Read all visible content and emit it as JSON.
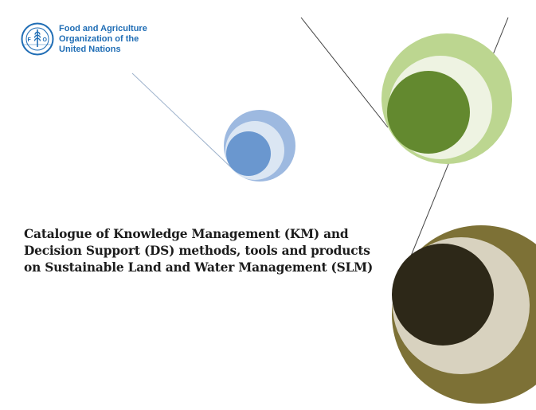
{
  "organization": {
    "emblem_letters": "FAO",
    "name_lines": [
      "Food and Agriculture",
      "Organization of the",
      "United Nations"
    ],
    "brand_color": "#1f6db5"
  },
  "document": {
    "title": "Catalogue of Knowledge Management (KM) and Decision Support (DS) methods, tools and products on Sustainable Land and Water Management (SLM)"
  },
  "colors": {
    "blue_outer": "#9db9e0",
    "blue_ring": "#dbe6f3",
    "blue_inner": "#6a97cf",
    "green_outer": "#bcd690",
    "green_ring": "#eef3e2",
    "green_inner": "#63892f",
    "olive_outer": "#7d7136",
    "olive_ring": "#d8d2bf",
    "olive_inner": "#2d2818",
    "line": "#444444",
    "line_light": "#9fb3cc"
  }
}
